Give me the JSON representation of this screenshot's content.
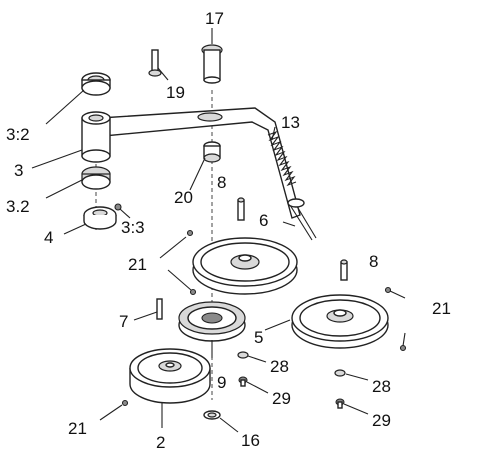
{
  "callouts": {
    "c17": "17",
    "c19": "19",
    "c3_2a": "3:2",
    "c3": "3",
    "c13": "13",
    "c3_2b": "3.2",
    "c20": "20",
    "c8a": "8",
    "c6": "6",
    "c4": "4",
    "c3_3": "3:3",
    "c21a": "21",
    "c8b": "8",
    "c21b": "21",
    "c7": "7",
    "c5": "5",
    "c28a": "28",
    "c9": "9",
    "c28b": "28",
    "c29a": "29",
    "c21c": "21",
    "c29b": "29",
    "c2": "2",
    "c16": "16"
  }
}
